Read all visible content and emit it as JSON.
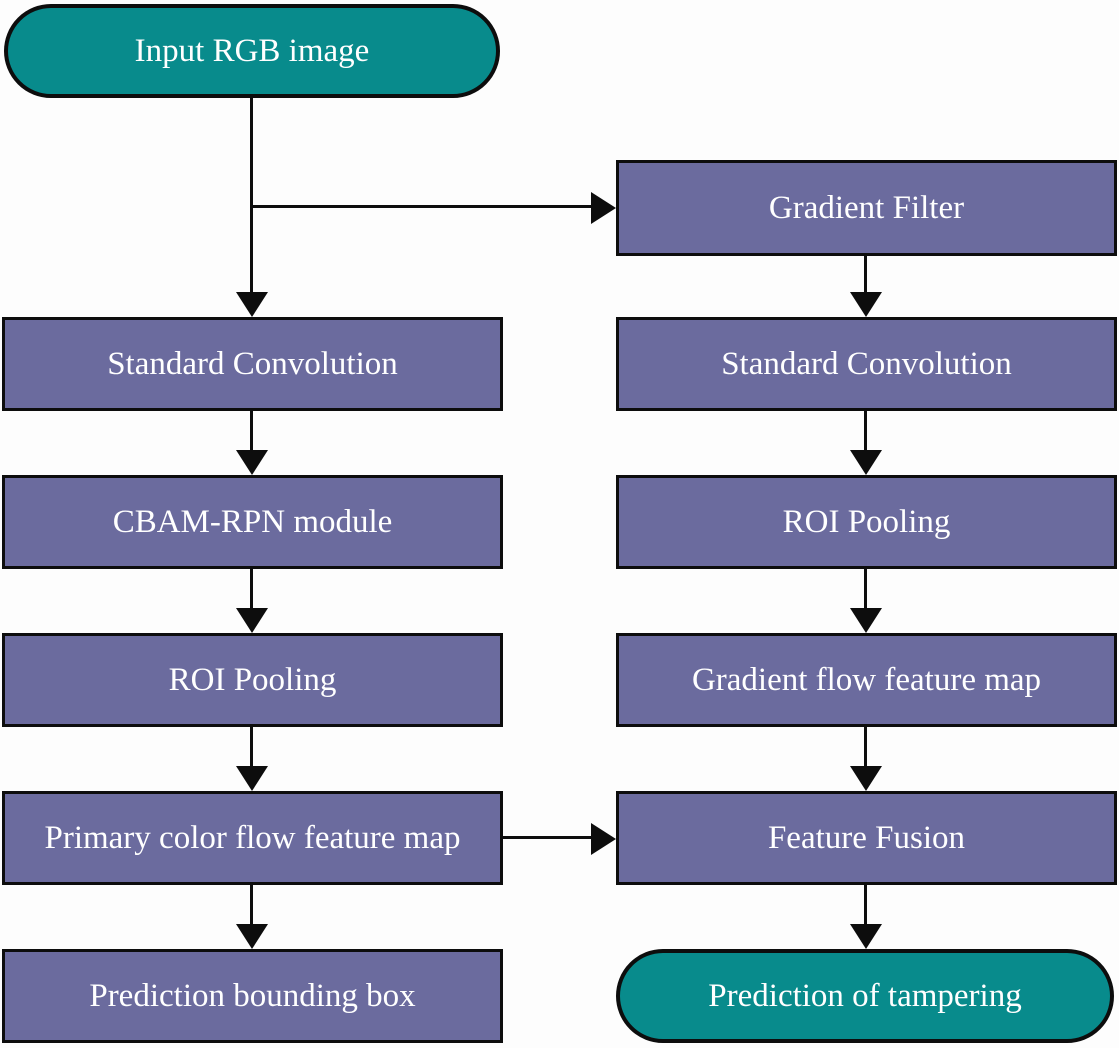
{
  "colors": {
    "terminal_fill": "#088b8c",
    "process_fill": "#6b6b9e",
    "border": "#0d0d0d",
    "text": "#ffffff",
    "background": "#fdfdfd"
  },
  "nodes": {
    "input_rgb": {
      "label": "Input RGB image",
      "type": "terminal"
    },
    "gradient_filter": {
      "label": "Gradient Filter",
      "type": "process"
    },
    "std_conv_left": {
      "label": "Standard Convolution",
      "type": "process"
    },
    "std_conv_right": {
      "label": "Standard Convolution",
      "type": "process"
    },
    "cbam_rpn": {
      "label": "CBAM-RPN module",
      "type": "process"
    },
    "roi_pooling_left": {
      "label": "ROI Pooling",
      "type": "process"
    },
    "roi_pooling_right": {
      "label": "ROI Pooling",
      "type": "process"
    },
    "gradient_flow_map": {
      "label": "Gradient flow feature map",
      "type": "process"
    },
    "primary_color_map": {
      "label": "Primary color flow feature map",
      "type": "process"
    },
    "feature_fusion": {
      "label": "Feature Fusion",
      "type": "process"
    },
    "prediction_bbox": {
      "label": "Prediction bounding box",
      "type": "process"
    },
    "prediction_tampering": {
      "label": "Prediction of tampering",
      "type": "terminal"
    }
  },
  "edges": [
    {
      "from": "input_rgb",
      "to": "std_conv_left"
    },
    {
      "from": "input_rgb",
      "to": "gradient_filter"
    },
    {
      "from": "gradient_filter",
      "to": "std_conv_right"
    },
    {
      "from": "std_conv_left",
      "to": "cbam_rpn"
    },
    {
      "from": "cbam_rpn",
      "to": "roi_pooling_left"
    },
    {
      "from": "roi_pooling_left",
      "to": "primary_color_map"
    },
    {
      "from": "primary_color_map",
      "to": "prediction_bbox"
    },
    {
      "from": "primary_color_map",
      "to": "feature_fusion"
    },
    {
      "from": "std_conv_right",
      "to": "roi_pooling_right"
    },
    {
      "from": "roi_pooling_right",
      "to": "gradient_flow_map"
    },
    {
      "from": "gradient_flow_map",
      "to": "feature_fusion"
    },
    {
      "from": "feature_fusion",
      "to": "prediction_tampering"
    }
  ]
}
